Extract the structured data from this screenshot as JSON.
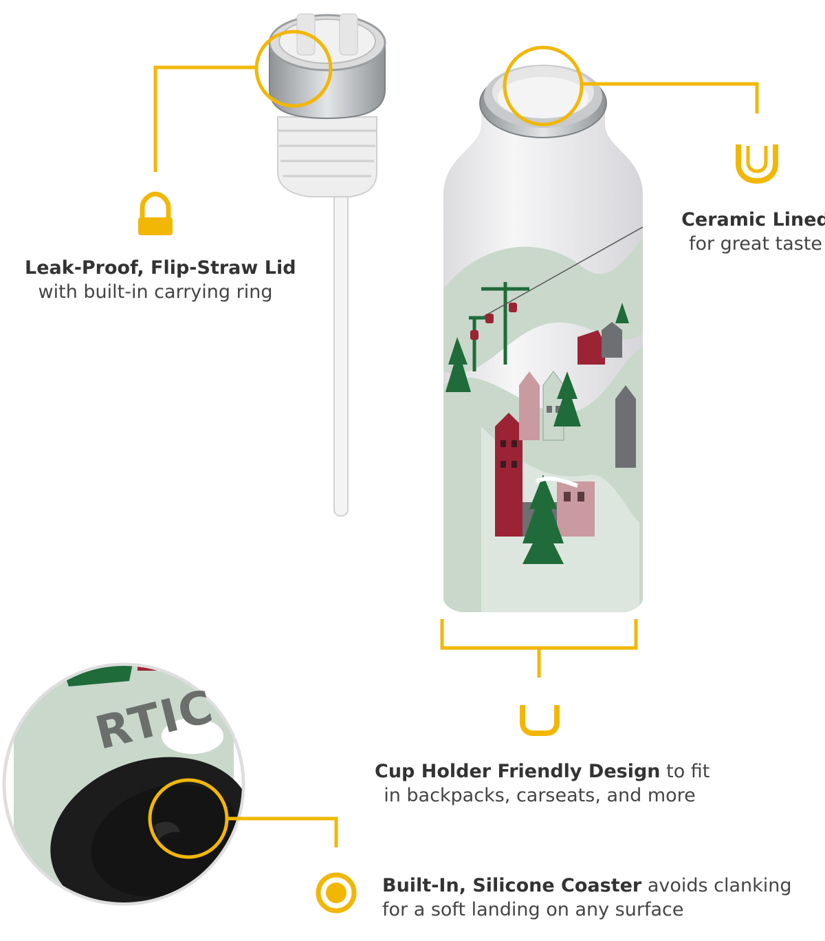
{
  "brand": {
    "logo_text": "RTIC"
  },
  "colors": {
    "accent": "#F2B705",
    "bottle_white": "#EEEDEF",
    "sage": "#C9D8CB",
    "evergreen": "#1F6B3A",
    "crimson": "#9B2333",
    "rose": "#C99AA0",
    "slate": "#6D6F72",
    "steel": "#B9BCBF",
    "black": "#1B1B1B"
  },
  "features": {
    "lid": {
      "icon": "padlock-ring-icon",
      "title": "Leak-Proof, Flip-Straw Lid",
      "desc": "with built-in carrying ring"
    },
    "ceramic": {
      "icon": "ceramic-cup-icon",
      "title": "Ceramic Lined",
      "desc": "for great taste"
    },
    "cup_holder": {
      "icon": "cup-holder-icon",
      "title": "Cup Holder Friendly Design",
      "desc_inline": " to fit",
      "desc": "in backpacks, carseats, and more"
    },
    "coaster": {
      "icon": "coaster-icon",
      "title": "Built-In, Silicone Coaster",
      "desc_inline": " avoids clanking",
      "desc": "for a soft landing on any surface"
    }
  }
}
